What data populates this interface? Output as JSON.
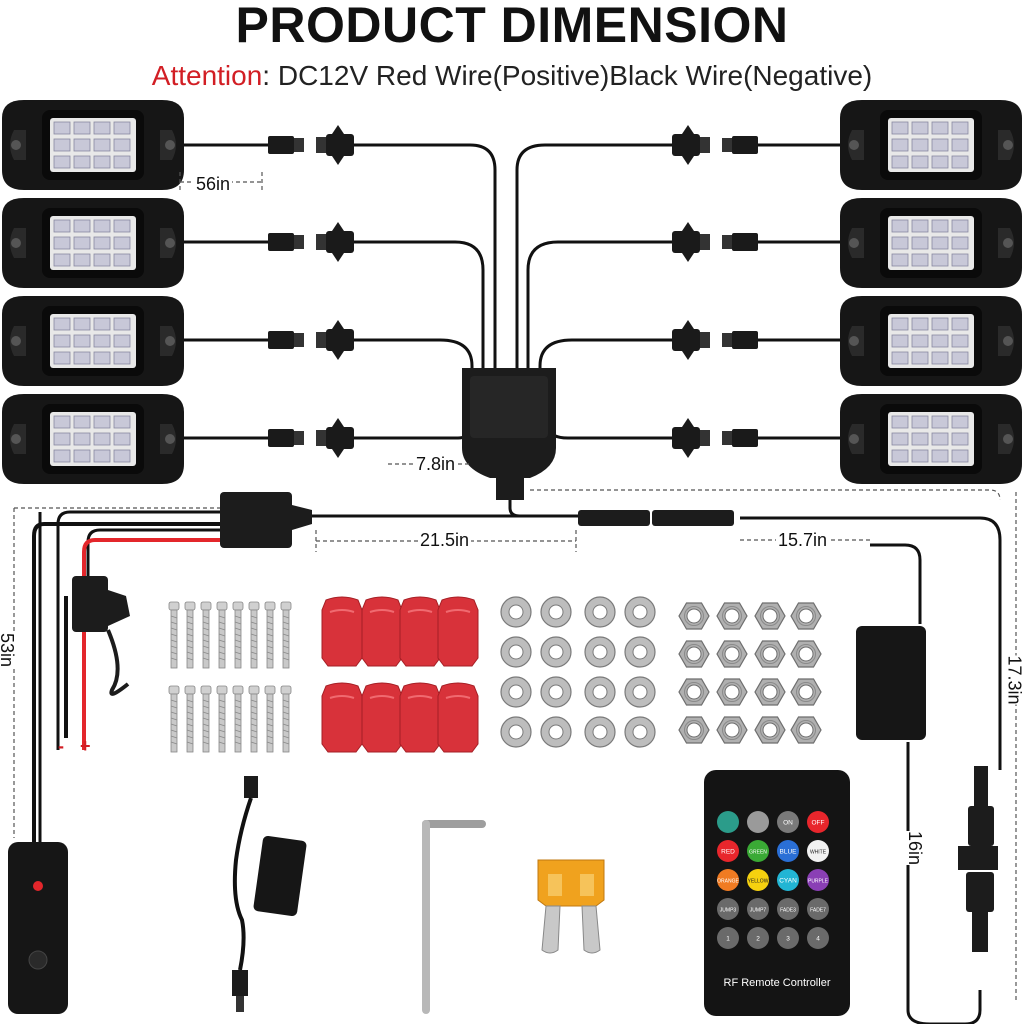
{
  "title": "PRODUCT DIMENSION",
  "attention": {
    "label": "Attention",
    "text": ": DC12V Red Wire(Positive)Black Wire(Negative)"
  },
  "dimensions": {
    "pod_lead": "56in",
    "hub_lead": "7.8in",
    "main_cable": "21.5in",
    "controller_lead": "15.7in",
    "power_cable": "53in",
    "right_lead": "17.3in",
    "controller_to_plug": "16in"
  },
  "wire_polarity": {
    "negative": "-",
    "positive": "+"
  },
  "remote": {
    "label": "RF Remote Controller",
    "buttons": [
      [
        {
          "t": "",
          "c": "#2b9c8a"
        },
        {
          "t": "",
          "c": "#9a9a9a"
        },
        {
          "t": "ON",
          "c": "#7a7a7a"
        },
        {
          "t": "OFF",
          "c": "#e8262c"
        }
      ],
      [
        {
          "t": "RED",
          "c": "#e8262c"
        },
        {
          "t": "GREEN",
          "c": "#3aaa35"
        },
        {
          "t": "BLUE",
          "c": "#2a6fd6"
        },
        {
          "t": "WHITE",
          "c": "#f2f2f2"
        }
      ],
      [
        {
          "t": "ORANGE",
          "c": "#f07b22"
        },
        {
          "t": "YELLOW",
          "c": "#f5d10f"
        },
        {
          "t": "CYAN",
          "c": "#22b5d4"
        },
        {
          "t": "PURPLE",
          "c": "#8a3fb5"
        }
      ],
      [
        {
          "t": "JUMP3",
          "c": "#6a6a6a"
        },
        {
          "t": "JUMP7",
          "c": "#6a6a6a"
        },
        {
          "t": "FADE3",
          "c": "#6a6a6a"
        },
        {
          "t": "FADE7",
          "c": "#6a6a6a"
        }
      ],
      [
        {
          "t": "1",
          "c": "#6a6a6a"
        },
        {
          "t": "2",
          "c": "#6a6a6a"
        },
        {
          "t": "3",
          "c": "#6a6a6a"
        },
        {
          "t": "4",
          "c": "#6a6a6a"
        }
      ]
    ]
  },
  "colors": {
    "wire": "#111111",
    "red_wire": "#e3262b",
    "attention_red": "#d21e24",
    "pad_red": "#d8323a",
    "metal": "#b8b8b8",
    "fuse": "#f0a21e"
  },
  "icons": [
    "rock-light-pod",
    "connector",
    "junction-box",
    "fuse-holder",
    "screw",
    "adhesive-pad",
    "washer",
    "hex-nut",
    "rf-controller-box",
    "remote-control",
    "power-adapter",
    "hex-key",
    "blade-fuse",
    "inline-switch"
  ]
}
